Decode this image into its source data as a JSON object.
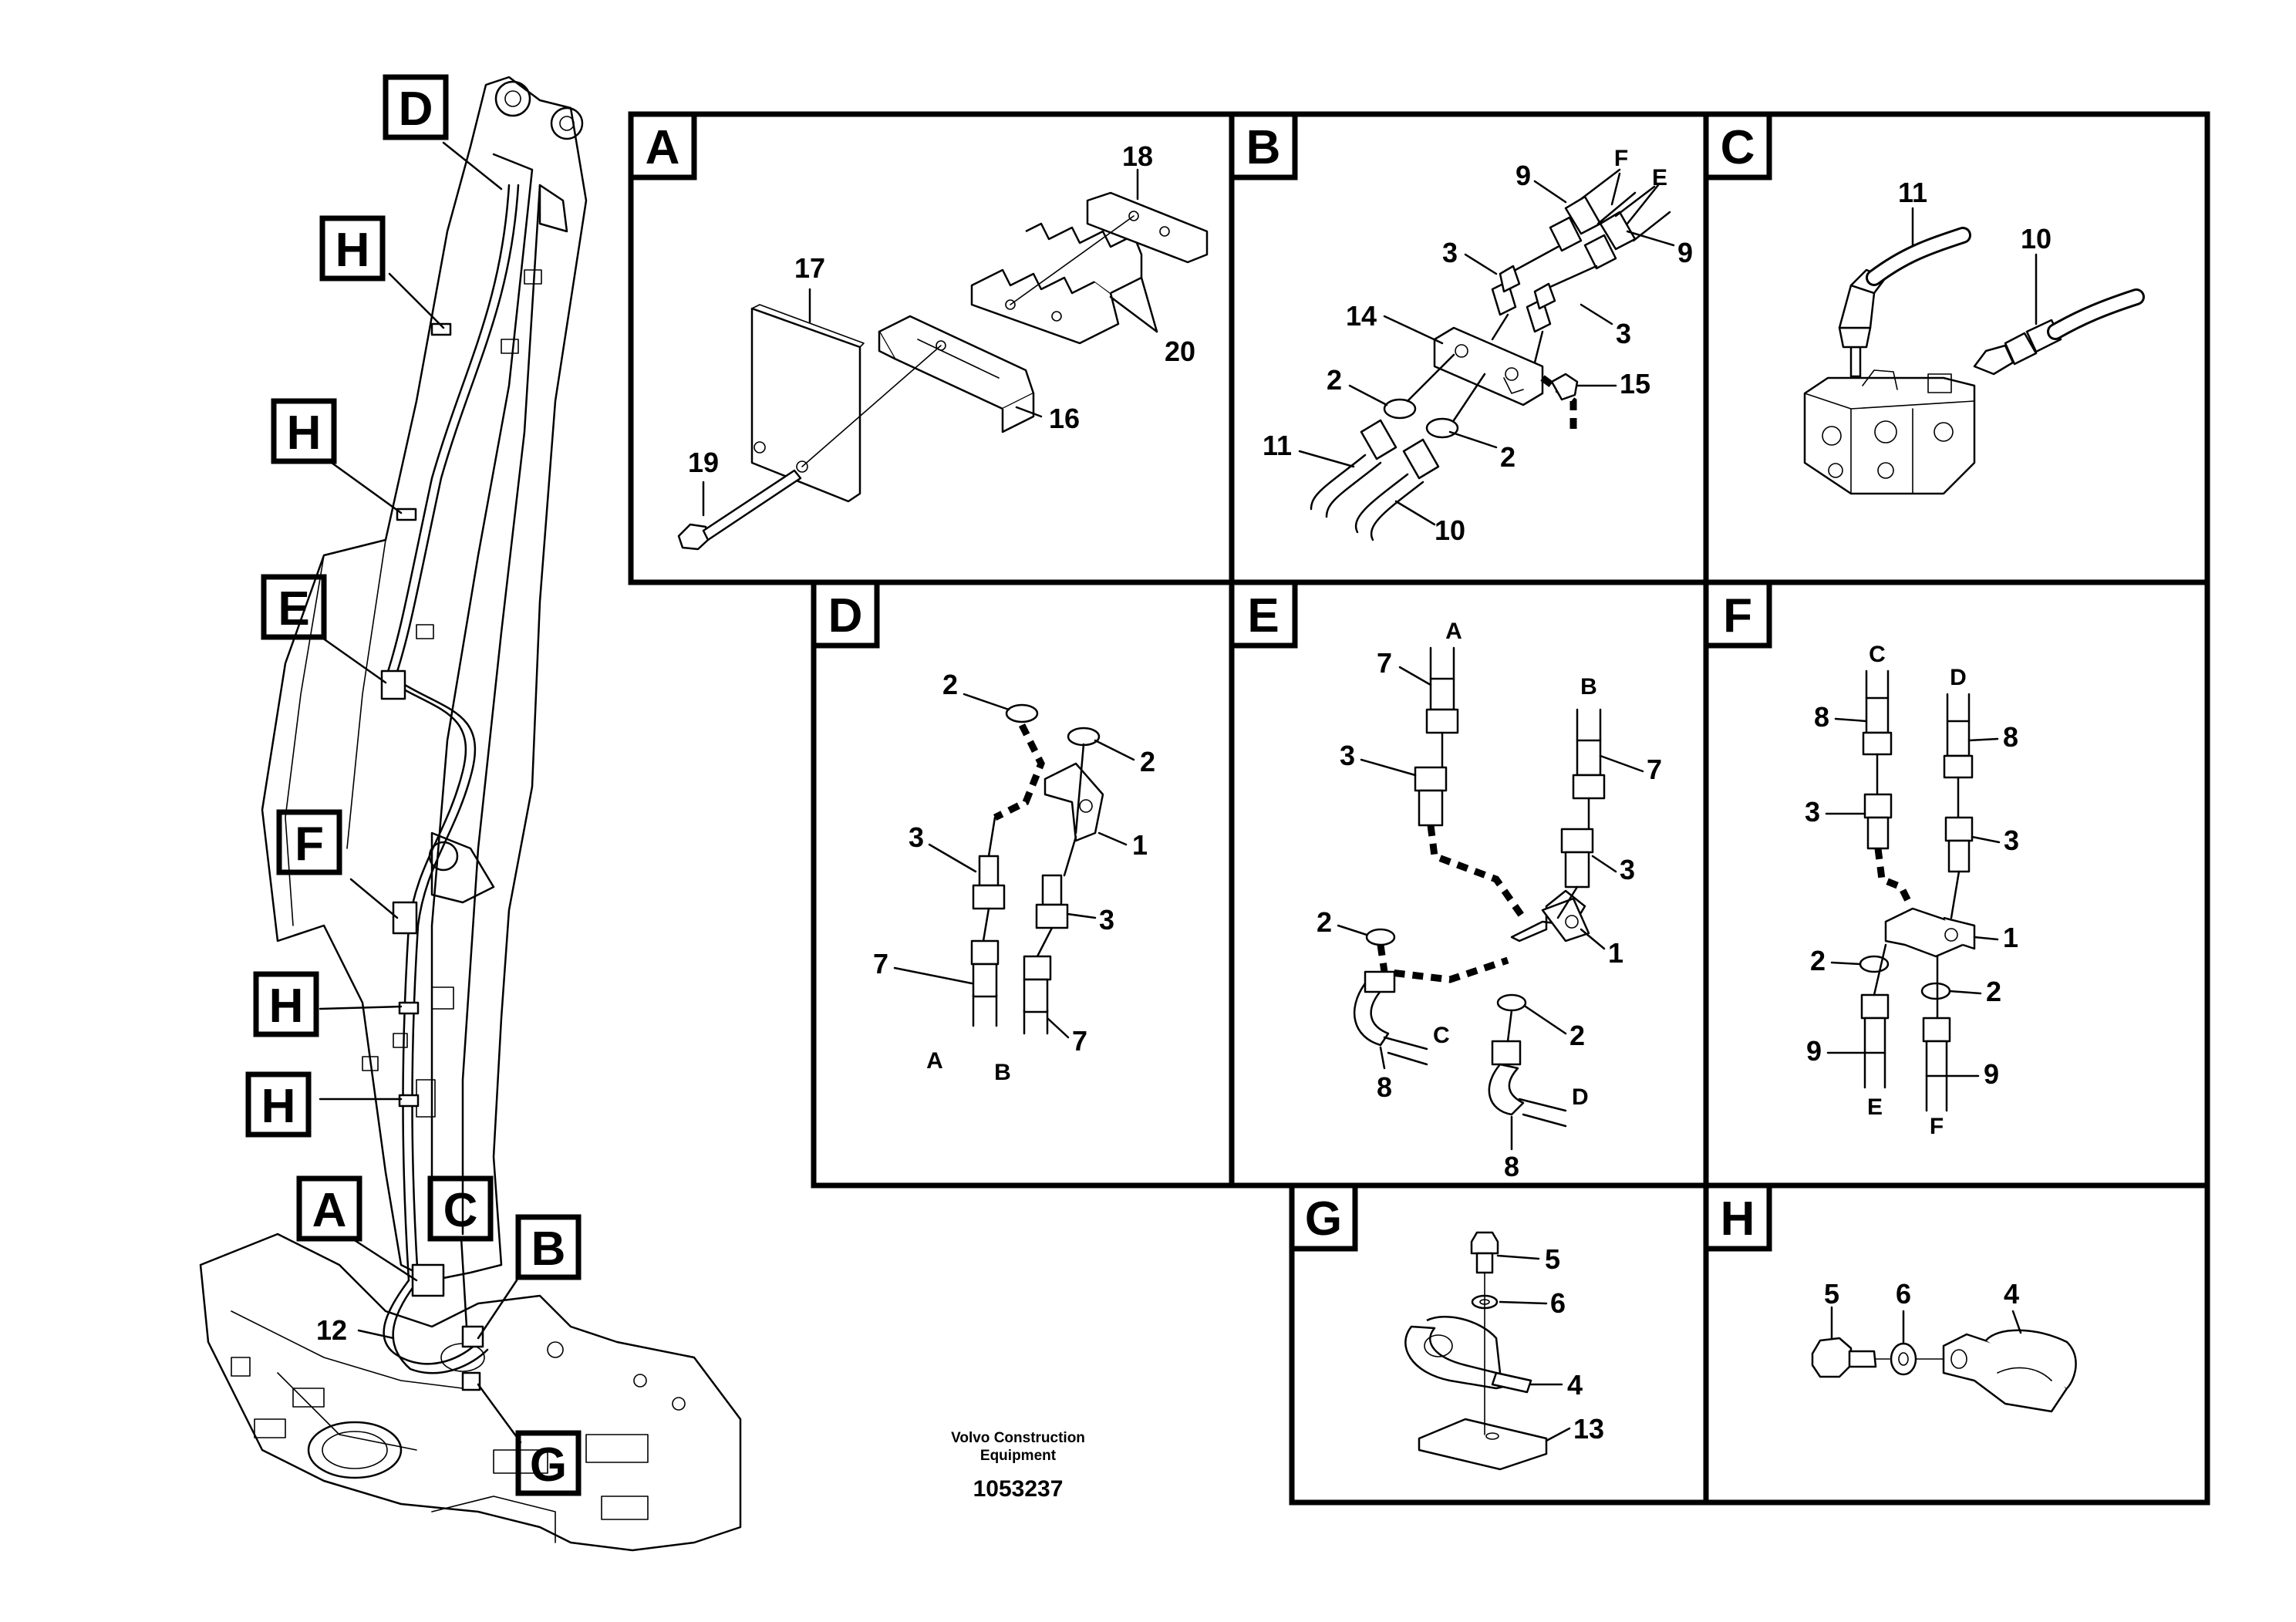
{
  "callouts": {
    "D": "D",
    "H1": "H",
    "H2": "H",
    "E": "E",
    "F": "F",
    "H3": "H",
    "H4": "H",
    "A": "A",
    "C": "C",
    "B": "B",
    "G": "G",
    "n12": "12"
  },
  "panels": {
    "A": {
      "title": "A",
      "labels": [
        "18",
        "17",
        "20",
        "16",
        "19"
      ]
    },
    "B": {
      "title": "B",
      "labels": [
        "9",
        "F",
        "E",
        "9",
        "3",
        "3",
        "14",
        "2",
        "15",
        "11",
        "2",
        "10"
      ]
    },
    "C": {
      "title": "C",
      "labels": [
        "11",
        "10"
      ]
    },
    "D": {
      "title": "D",
      "labels": [
        "2",
        "2",
        "1",
        "3",
        "3",
        "7",
        "7",
        "A",
        "B"
      ]
    },
    "E": {
      "title": "E",
      "labels": [
        "A",
        "7",
        "B",
        "3",
        "7",
        "3",
        "1",
        "2",
        "2",
        "C",
        "8",
        "D",
        "8"
      ]
    },
    "F": {
      "title": "F",
      "labels": [
        "C",
        "D",
        "8",
        "8",
        "3",
        "3",
        "1",
        "2",
        "2",
        "9",
        "9",
        "E",
        "F"
      ]
    },
    "G": {
      "title": "G",
      "labels": [
        "5",
        "6",
        "4",
        "13"
      ]
    },
    "H": {
      "title": "H",
      "labels": [
        "5",
        "6",
        "4"
      ]
    }
  },
  "footer": {
    "company_line1": "Volvo Construction",
    "company_line2": "Equipment",
    "drawing_number": "1053237"
  }
}
